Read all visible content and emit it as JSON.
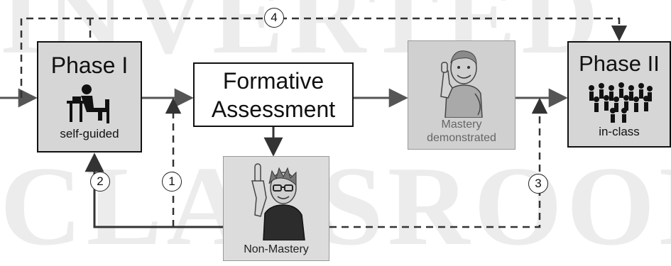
{
  "watermark": {
    "line1": "INVERTED",
    "line2": "CLASSROOM"
  },
  "phase1": {
    "title": "Phase I",
    "subtitle": "self-guided",
    "icon": "student-at-desk-icon"
  },
  "formative": {
    "line1": "Formative",
    "line2": "Assessment"
  },
  "mastery": {
    "caption_line1": "Mastery",
    "caption_line2": "demonstrated",
    "image": "thumbs-up-person"
  },
  "non_mastery": {
    "caption": "Non-Mastery",
    "image": "person-raising-finger"
  },
  "phase2": {
    "title": "Phase II",
    "subtitle": "in-class",
    "icon": "group-of-people-icon"
  },
  "path_labels": {
    "n1": "1",
    "n2": "2",
    "n3": "3",
    "n4": "4"
  },
  "colors": {
    "box_fill": "#d6d6d6",
    "arrow": "#555555"
  }
}
